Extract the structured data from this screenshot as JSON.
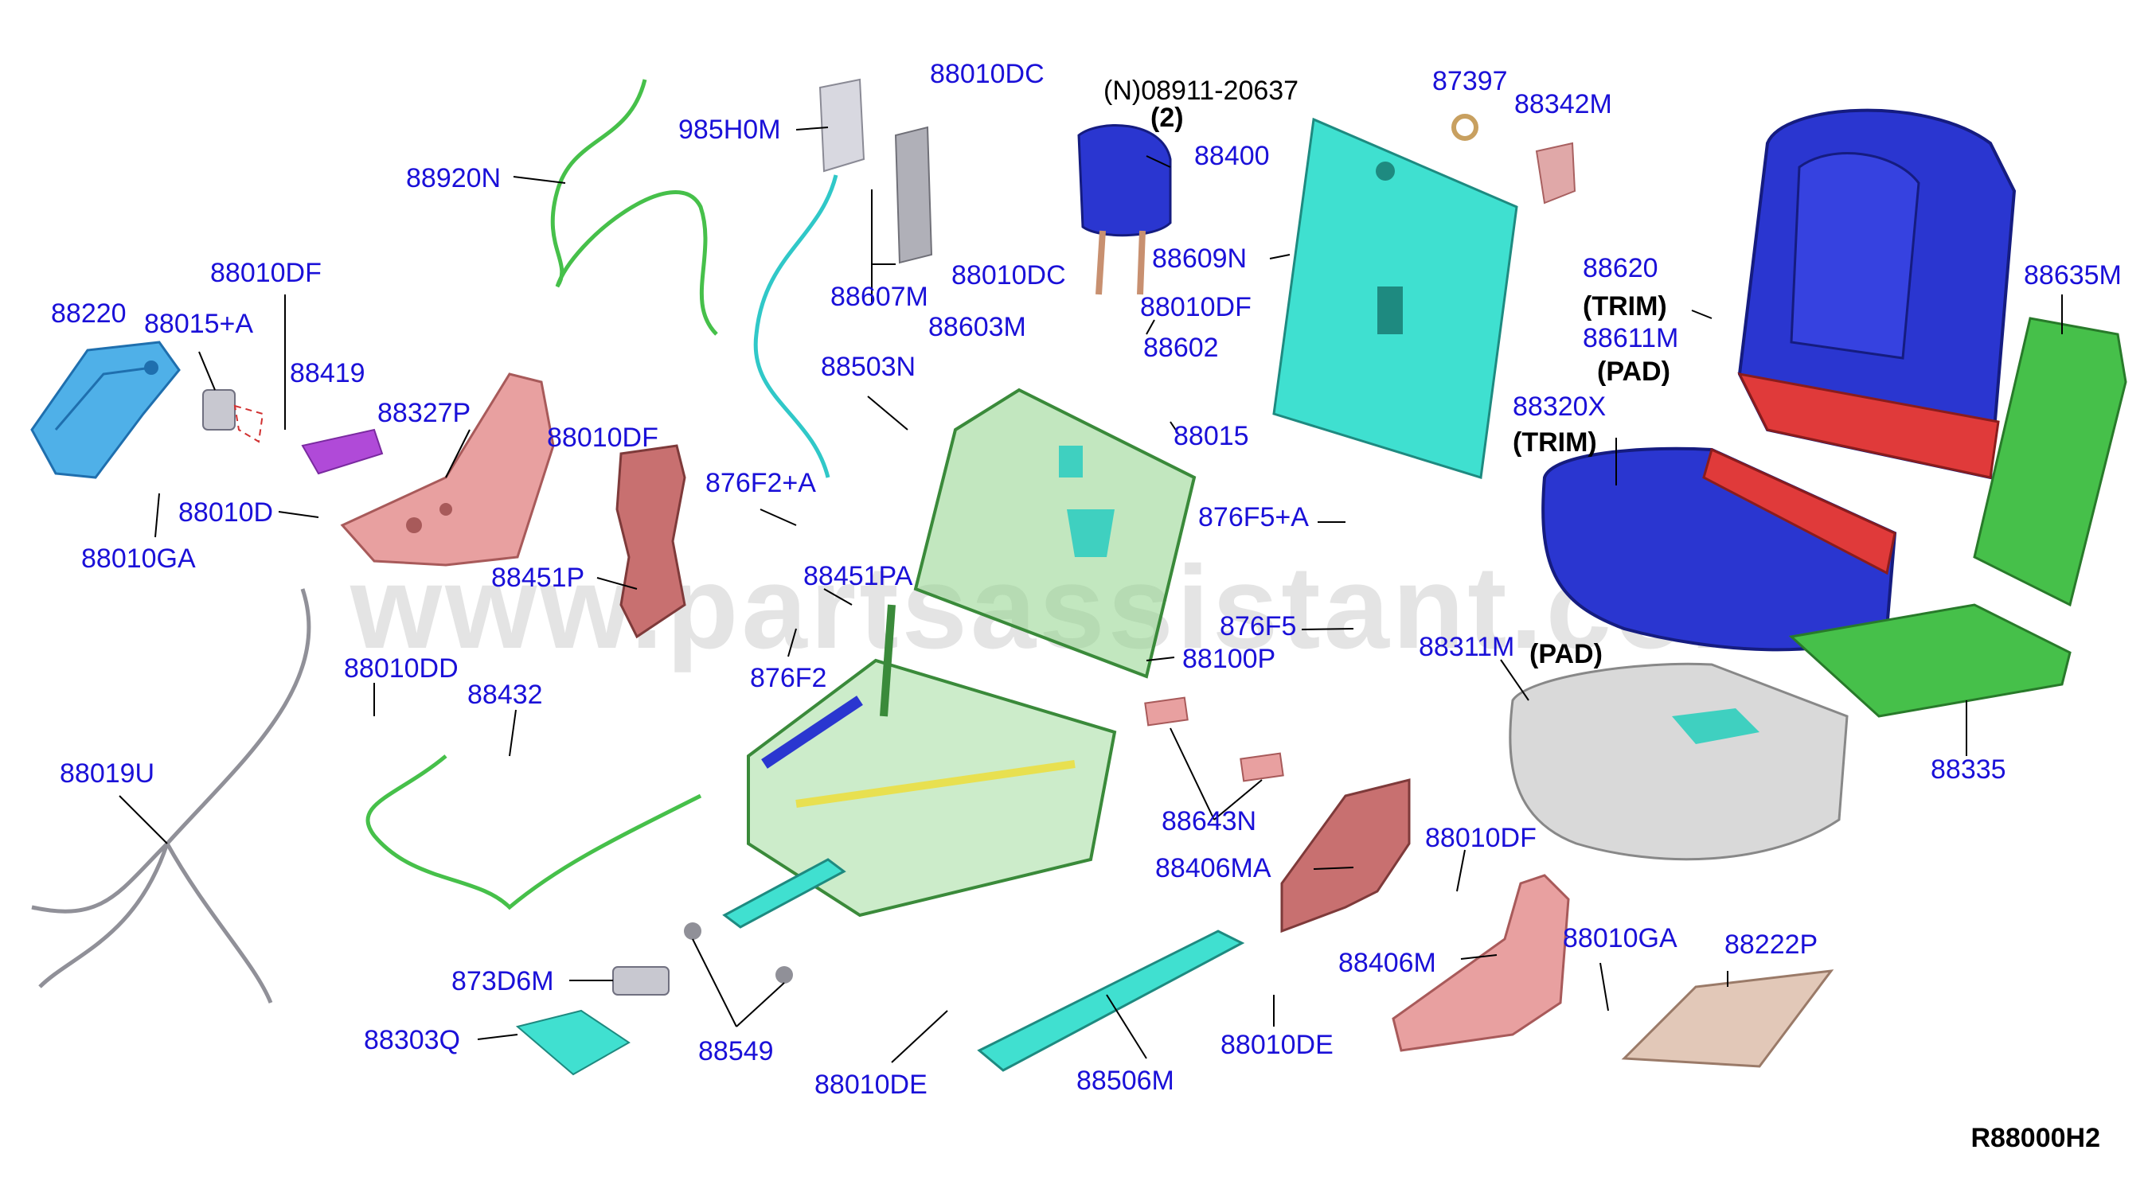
{
  "watermark": "www.partsassistant.com",
  "reference_code": "R88000H2",
  "colors": {
    "label": "#1a10d8",
    "trim_blue": "#2a36d0",
    "red_panel": "#e03a3a",
    "cyan_panel": "#3fe0d0",
    "pink_part": "#e8a0a0",
    "green_part": "#46c04a",
    "frame_green": "#8fd48a",
    "gray_pad": "#d9d9d9",
    "tan_part": "#e2c8b8"
  },
  "labels": {
    "p985h0m": "985H0M",
    "p88010dc_a": "88010DC",
    "n08911": "(N)08911-20637",
    "qty2": "(2)",
    "p88400": "88400",
    "p87397": "87397",
    "p88342m": "88342M",
    "p88920n": "88920N",
    "p88607m": "88607M",
    "p88010dc_b": "88010DC",
    "p88609n": "88609N",
    "p88620": "88620",
    "trim1": "(TRIM)",
    "p88611m": "88611M",
    "pad1": "(PAD)",
    "p88635m": "88635M",
    "p88010df_a": "88010DF",
    "p88220": "88220",
    "p88015a": "88015+A",
    "p88419": "88419",
    "p88327p": "88327P",
    "p88603m": "88603M",
    "p88010df_b": "88010DF",
    "p88602": "88602",
    "p88503n": "88503N",
    "p88320x": "88320X",
    "trim2": "(TRIM)",
    "p88010df_c": "88010DF",
    "p88015": "88015",
    "p876f2a": "876F2+A",
    "p88010d": "88010D",
    "p876f5a": "876F5+A",
    "p88010ga_a": "88010GA",
    "p88451p": "88451P",
    "p88451pa": "88451PA",
    "p876f5": "876F5",
    "p88311m": "88311M",
    "pad2": "(PAD)",
    "p876f2": "876F2",
    "p88100p": "88100P",
    "p88010dd": "88010DD",
    "p88432": "88432",
    "p88335": "88335",
    "p88019u": "88019U",
    "p88643n": "88643N",
    "p88010df_d": "88010DF",
    "p88406ma": "88406MA",
    "p88010ga_b": "88010GA",
    "p88222p": "88222P",
    "p88406m": "88406M",
    "p873d6m": "873D6M",
    "p88303q": "88303Q",
    "p88549": "88549",
    "p88010de_a": "88010DE",
    "p88010de_b": "88010DE",
    "p88506m": "88506M"
  }
}
